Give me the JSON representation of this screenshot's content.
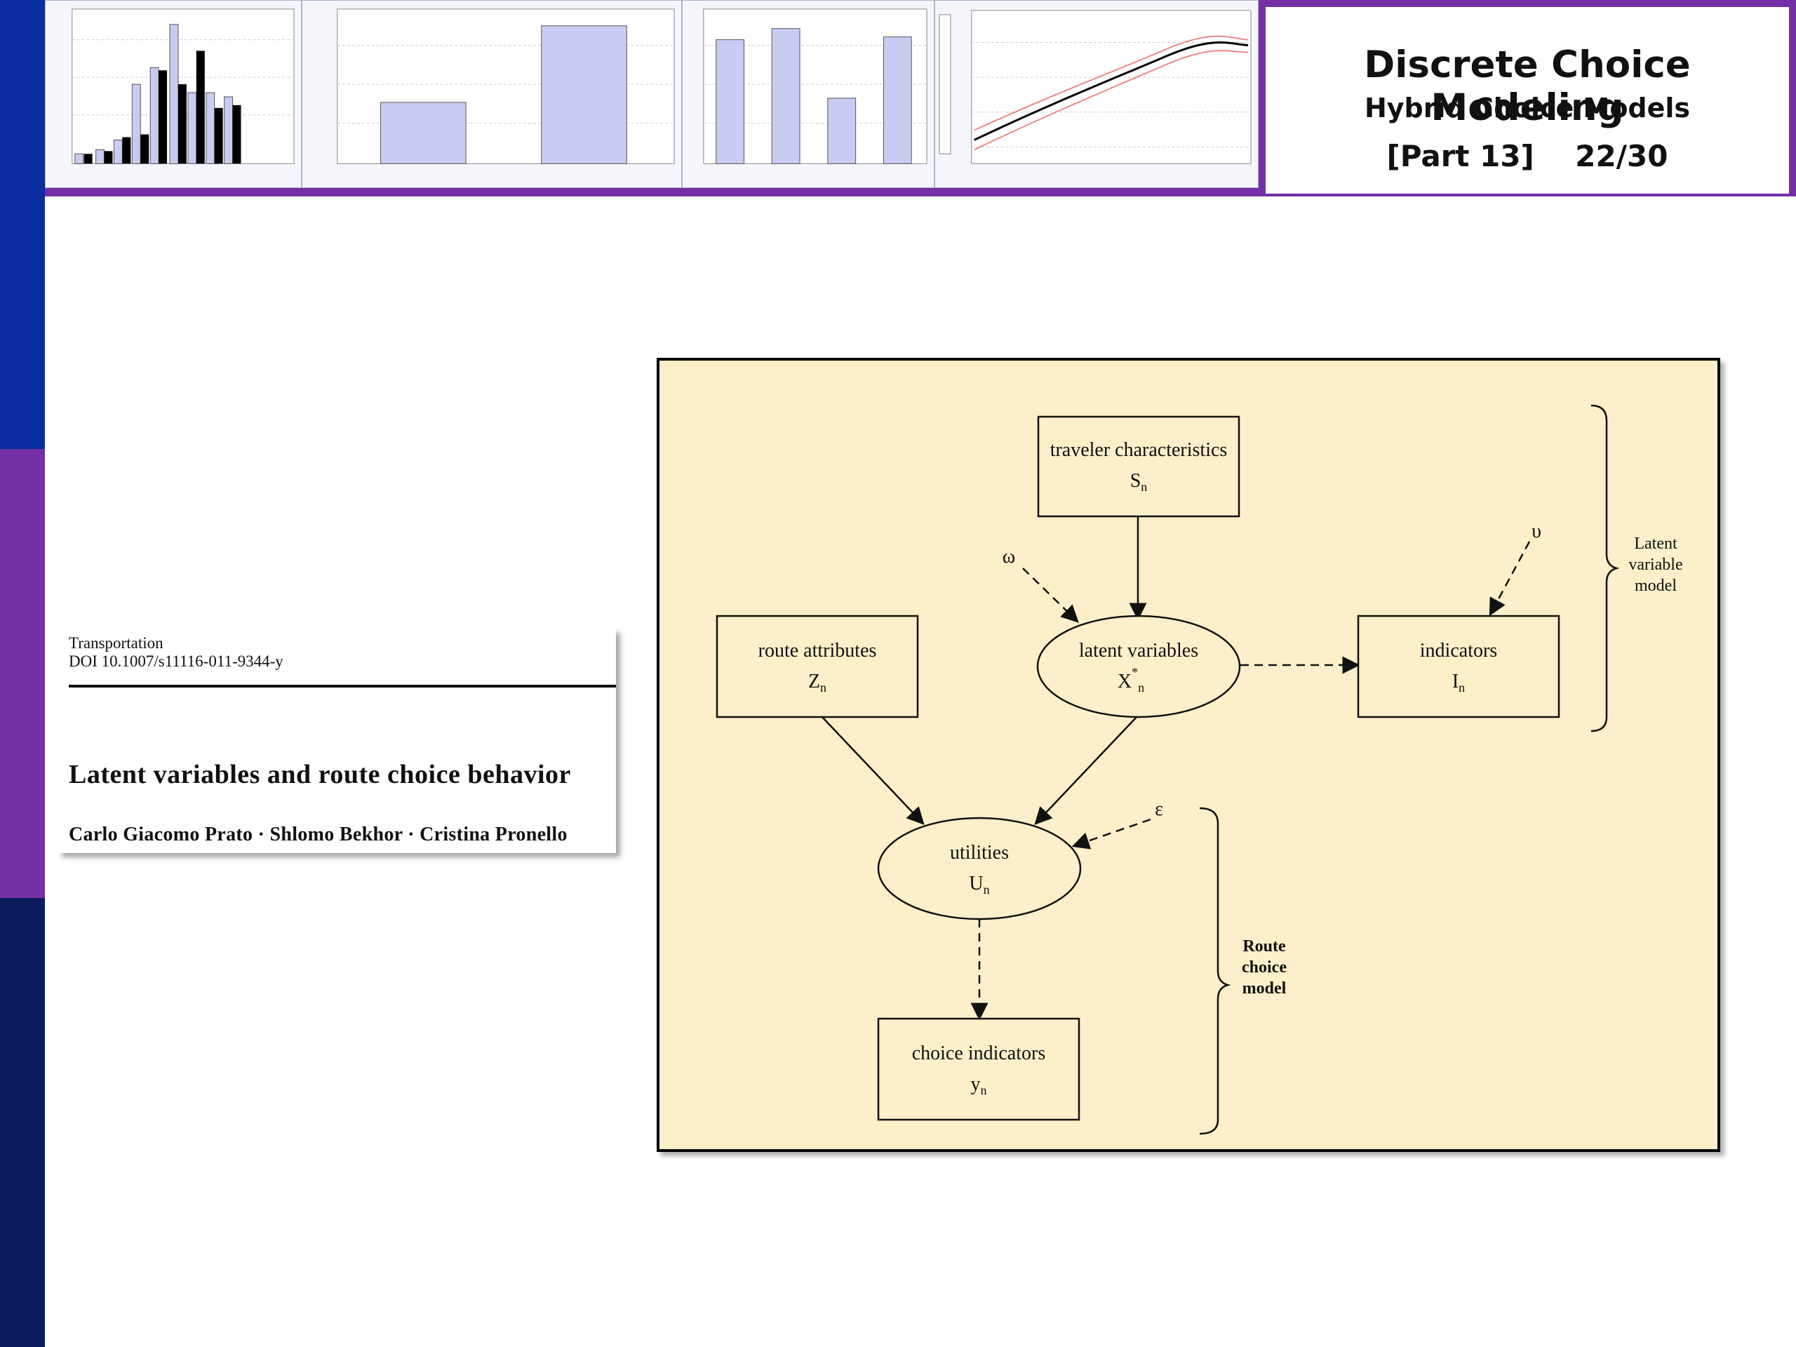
{
  "slide": {
    "title": "Discrete Choice Modeling",
    "subtitle": "Hybrid Choice Models",
    "part": "[Part 13]",
    "page": "22/30",
    "colors": {
      "left_bar_top": "#0a2e9e",
      "left_bar_middle": "#742fa6",
      "left_bar_bottom": "#0c1c5e",
      "header_accent": "#742fa6",
      "diagram_background": "#fcefc9"
    }
  },
  "paper": {
    "journal": "Transportation",
    "doi": "DOI 10.1007/s11116-011-9344-y",
    "title": "Latent variables and route choice behavior",
    "authors": "Carlo Giacomo Prato · Shlomo Bekhor · Cristina Pronello"
  },
  "diagram": {
    "nodes": {
      "traveler": {
        "label": "traveler characteristics",
        "symbol": "S",
        "sub": "n",
        "shape": "rectangle"
      },
      "route": {
        "label": "route attributes",
        "symbol": "Z",
        "sub": "n",
        "shape": "rectangle"
      },
      "latent": {
        "label": "latent variables",
        "symbol": "X",
        "sup": "*",
        "sub": "n",
        "shape": "ellipse"
      },
      "indicators": {
        "label": "indicators",
        "symbol": "I",
        "sub": "n",
        "shape": "rectangle"
      },
      "utilities": {
        "label": "utilities",
        "symbol": "U",
        "sub": "n",
        "shape": "ellipse"
      },
      "choice": {
        "label": "choice indicators",
        "symbol": "y",
        "sub": "n",
        "shape": "rectangle"
      }
    },
    "error_terms": {
      "omega": "ω",
      "upsilon": "υ",
      "epsilon": "ε"
    },
    "edges": [
      {
        "from": "traveler",
        "to": "latent",
        "style": "solid"
      },
      {
        "from": "latent",
        "to": "indicators",
        "style": "dashed"
      },
      {
        "from": "route",
        "to": "utilities",
        "style": "solid"
      },
      {
        "from": "latent",
        "to": "utilities",
        "style": "solid"
      },
      {
        "from": "utilities",
        "to": "choice",
        "style": "dashed"
      },
      {
        "from": "ω",
        "to": "latent",
        "style": "dashed"
      },
      {
        "from": "υ",
        "to": "indicators",
        "style": "dashed"
      },
      {
        "from": "ε",
        "to": "utilities",
        "style": "dashed"
      }
    ],
    "groups": {
      "latent_model": {
        "line1": "Latent",
        "line2": "variable",
        "line3": "model"
      },
      "route_model": {
        "line1": "Route",
        "line2": "choice",
        "line3": "model"
      }
    }
  }
}
